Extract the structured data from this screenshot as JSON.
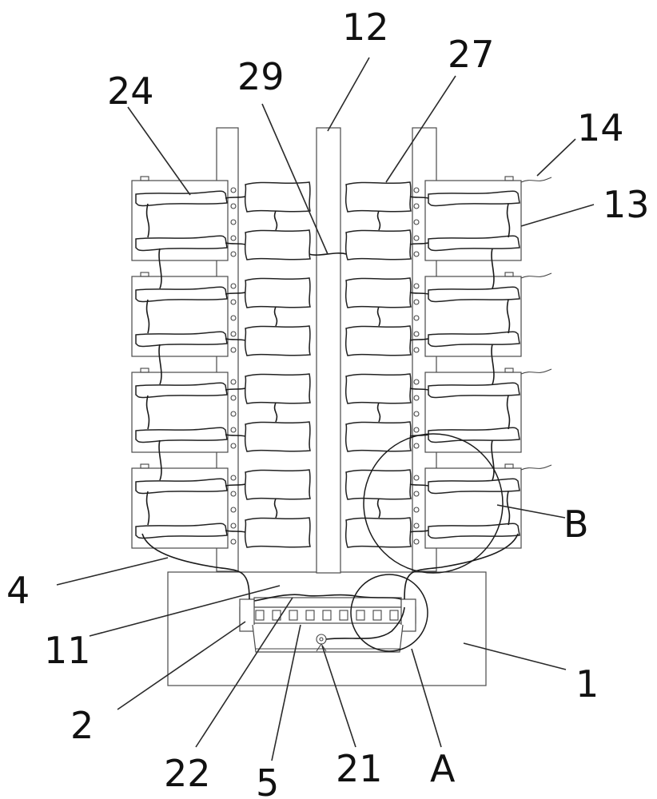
{
  "labels": {
    "l12": "12",
    "l27": "27",
    "l29": "29",
    "l24": "24",
    "l14": "14",
    "l13": "13",
    "lB": "B",
    "l4": "4",
    "l11": "11",
    "l1": "1",
    "l2": "2",
    "l22": "22",
    "l5": "5",
    "l21": "21",
    "lA": "A"
  },
  "structure": {
    "tiers": 4,
    "outer_boxes_per_side": 4,
    "cushions_per_tier_per_side": 2,
    "detail_views": [
      "A",
      "B"
    ]
  },
  "colors": {
    "line": "#2a2a2a",
    "background": "#ffffff",
    "label": "#111111"
  }
}
